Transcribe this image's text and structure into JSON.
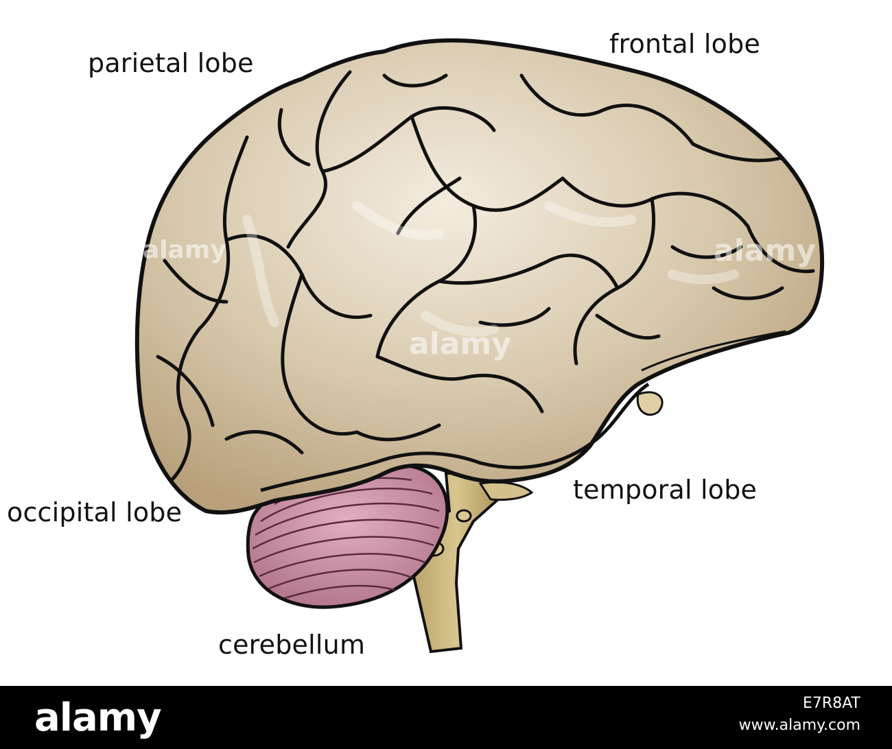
{
  "labels": {
    "parietal": "parietal lobe",
    "frontal": "frontal lobe",
    "occipital": "occipital lobe",
    "temporal": "temporal lobe",
    "cerebellum": "cerebellum"
  },
  "footer": {
    "brand": "alamy",
    "image_id": "E7R8AT",
    "url": "www.alamy.com"
  },
  "watermark": "alamy",
  "colors": {
    "cerebrum": "#c9b698",
    "cerebrum_light": "#efe6d6",
    "cerebellum": "#c88aa2",
    "brainstem": "#c9b57a",
    "outline": "#111111"
  }
}
